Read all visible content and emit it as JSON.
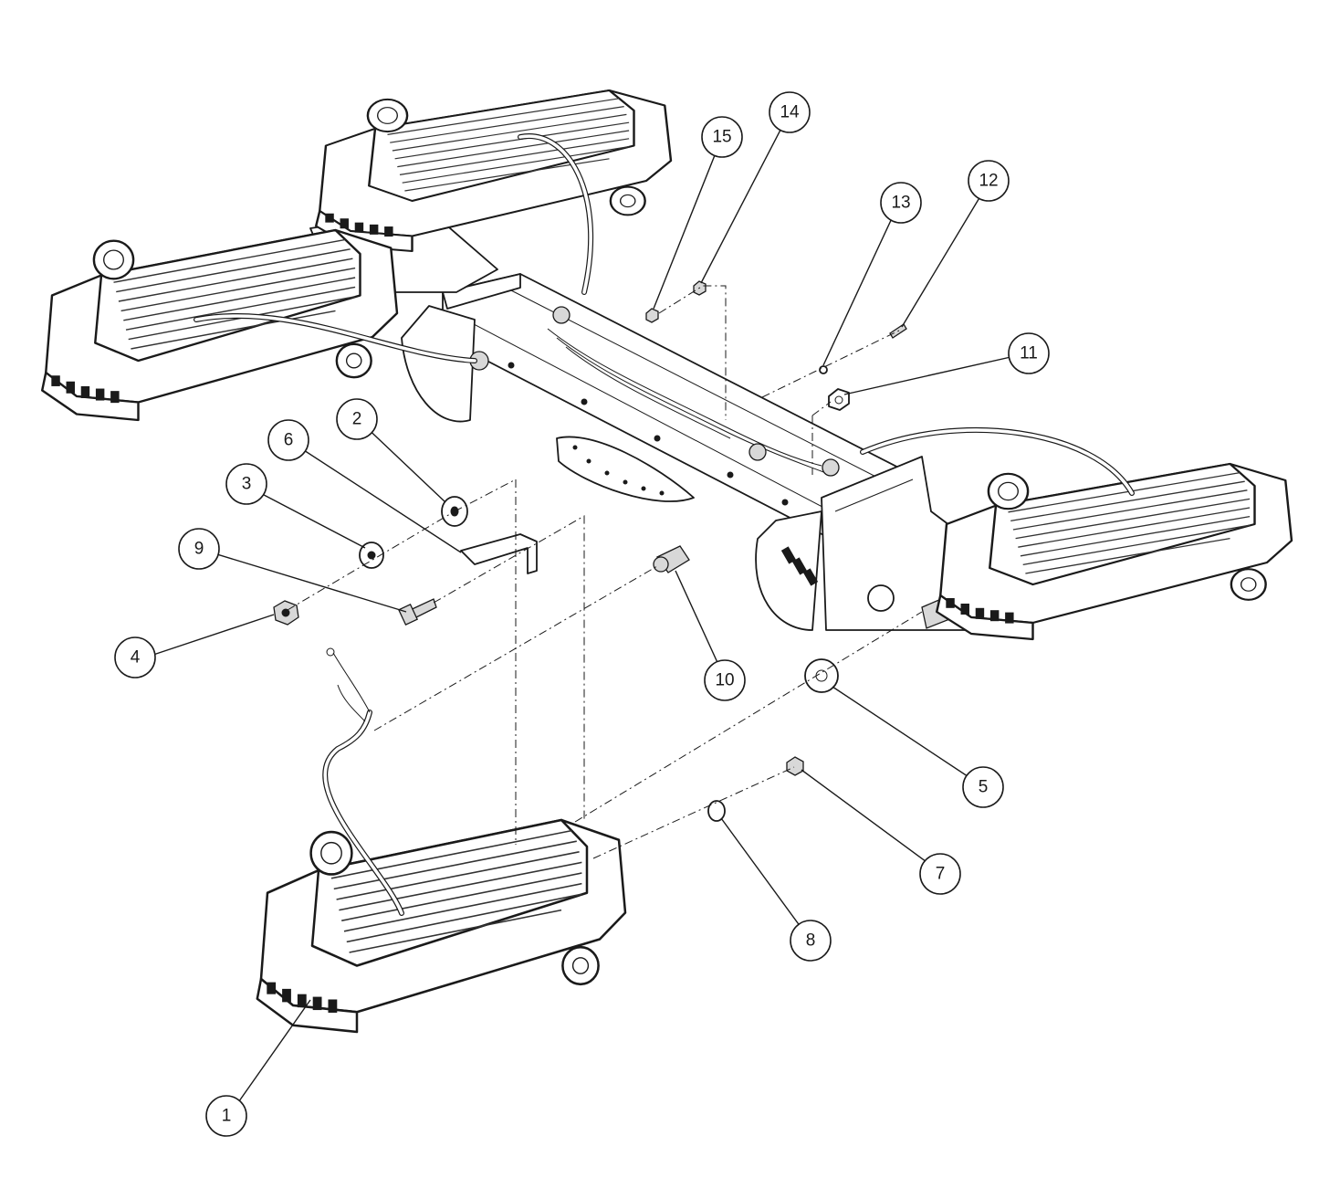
{
  "callouts": [
    {
      "num": "1"
    },
    {
      "num": "2"
    },
    {
      "num": "3"
    },
    {
      "num": "4"
    },
    {
      "num": "5"
    },
    {
      "num": "6"
    },
    {
      "num": "7"
    },
    {
      "num": "8"
    },
    {
      "num": "9"
    },
    {
      "num": "10"
    },
    {
      "num": "11"
    },
    {
      "num": "12"
    },
    {
      "num": "13"
    },
    {
      "num": "14"
    },
    {
      "num": "15"
    }
  ]
}
